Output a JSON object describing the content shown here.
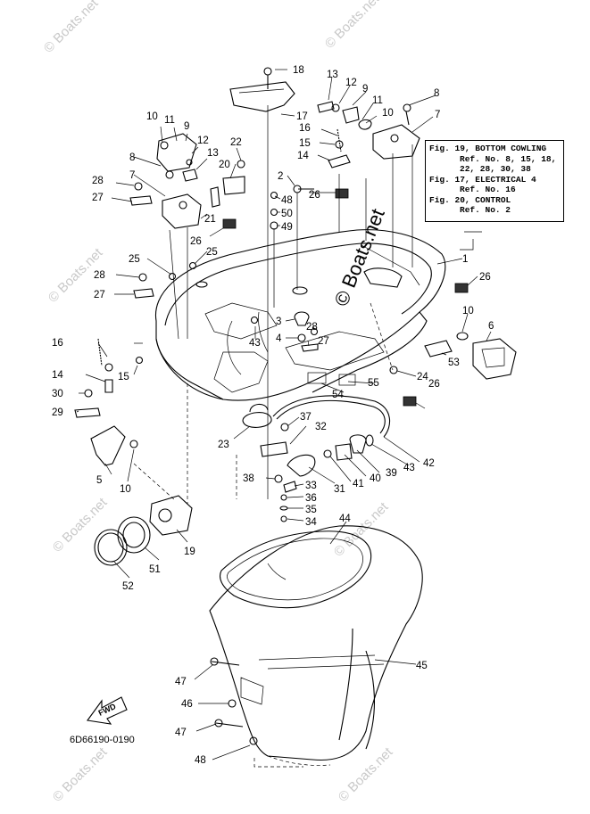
{
  "reference_box": {
    "lines": [
      {
        "text": "Fig. 19, BOTTOM COWLING",
        "indent": false
      },
      {
        "text": "Ref. No. 8, 15, 18,",
        "indent": true
      },
      {
        "text": "22, 28, 30, 38",
        "indent": true
      },
      {
        "text": "Fig. 17, ELECTRICAL 4",
        "indent": false
      },
      {
        "text": "Ref. No. 16",
        "indent": true
      },
      {
        "text": "Fig. 20, CONTROL",
        "indent": false
      },
      {
        "text": "Ref. No. 2",
        "indent": true
      }
    ]
  },
  "fwd_label": "FWD",
  "diagram_code": "6D66190-0190",
  "watermark": "© Boats.net",
  "callouts": [
    "18",
    "17",
    "13",
    "12",
    "9",
    "11",
    "10",
    "8",
    "7",
    "10",
    "11",
    "9",
    "12",
    "13",
    "22",
    "20",
    "16",
    "15",
    "14",
    "8",
    "28",
    "27",
    "7",
    "2",
    "26",
    "48",
    "50",
    "49",
    "21",
    "26",
    "25",
    "25",
    "28",
    "27",
    "1",
    "26",
    "3",
    "4",
    "28",
    "27",
    "10",
    "6",
    "43",
    "53",
    "16",
    "14",
    "15",
    "24",
    "30",
    "29",
    "55",
    "54",
    "26",
    "37",
    "32",
    "23",
    "5",
    "10",
    "43",
    "42",
    "39",
    "40",
    "41",
    "31",
    "38",
    "33",
    "36",
    "35",
    "34",
    "19",
    "44",
    "51",
    "52",
    "45",
    "47",
    "46",
    "47",
    "48"
  ]
}
